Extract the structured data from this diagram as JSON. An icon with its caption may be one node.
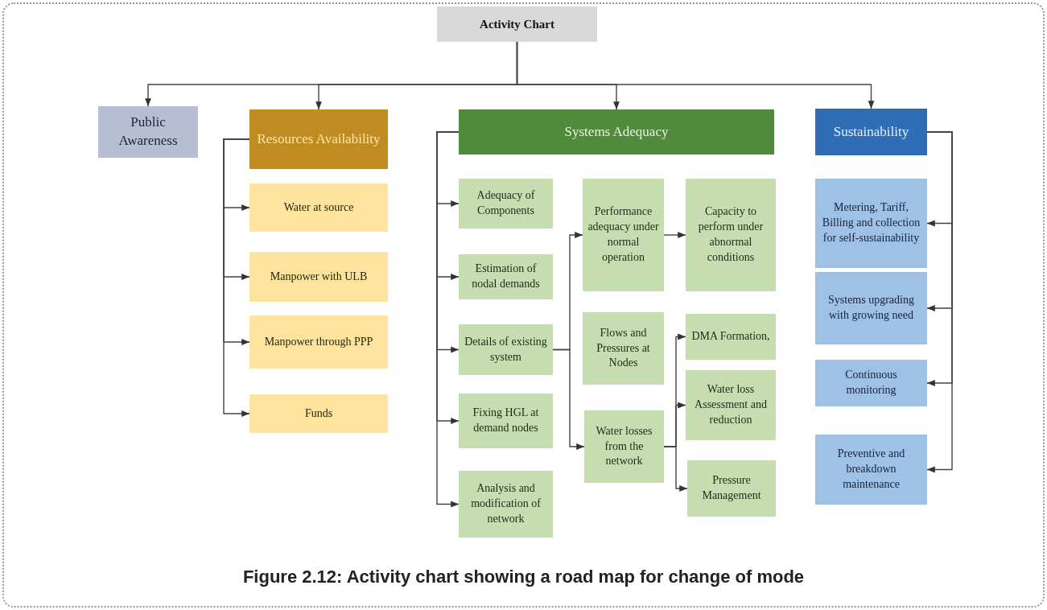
{
  "diagram": {
    "caption": "Figure 2.12: Activity chart showing a road map for change of mode",
    "nodes": [
      {
        "text": [
          "Activity Chart"
        ]
      },
      {
        "text": [
          "Public Awareness"
        ]
      },
      {
        "text": [
          "Resources Availability"
        ]
      },
      {
        "text": [
          "Water at source"
        ]
      },
      {
        "text": [
          "Manpower with ULB"
        ]
      },
      {
        "text": [
          "Manpower through PPP"
        ]
      },
      {
        "text": [
          "Funds"
        ]
      },
      {
        "text": [
          "Systems Adequacy"
        ]
      },
      {
        "text": [
          "Adequacy of Components"
        ]
      },
      {
        "text": [
          "Estimation of nodal demands"
        ]
      },
      {
        "text": [
          "Details of existing system"
        ]
      },
      {
        "text": [
          "Fixing HGL at demand nodes"
        ]
      },
      {
        "text": [
          "Analysis and modification of network"
        ]
      },
      {
        "text": [
          "Performance adequacy under normal operation"
        ]
      },
      {
        "text": [
          "Flows and Pressures at Nodes"
        ]
      },
      {
        "text": [
          "Water losses from the network"
        ]
      },
      {
        "text": [
          "Capacity to perform under abnormal conditions"
        ]
      },
      {
        "text": [
          "DMA Formation,"
        ]
      },
      {
        "text": [
          "Water loss Assessment and reduction"
        ]
      },
      {
        "text": [
          "Pressure Management"
        ]
      },
      {
        "text": [
          "Sustainability"
        ]
      },
      {
        "text": [
          "Metering, Tariff, Billing and collection for self-sustainability"
        ]
      },
      {
        "text": [
          "Systems upgrading with growing need"
        ]
      },
      {
        "text": [
          "Continuous monitoring"
        ]
      },
      {
        "text": [
          "Preventive and breakdown maintenance"
        ]
      }
    ],
    "edges": [
      {
        "from": 0,
        "to": 1,
        "arrow": "to"
      },
      {
        "from": 0,
        "to": 2,
        "arrow": "to"
      },
      {
        "from": 0,
        "to": 7,
        "arrow": "to"
      },
      {
        "from": 0,
        "to": 20,
        "arrow": "to"
      },
      {
        "from": 2,
        "to": 3,
        "arrow": "to"
      },
      {
        "from": 2,
        "to": 4,
        "arrow": "to"
      },
      {
        "from": 2,
        "to": 5,
        "arrow": "to"
      },
      {
        "from": 2,
        "to": 6,
        "arrow": "to"
      },
      {
        "from": 7,
        "to": 8,
        "arrow": "to"
      },
      {
        "from": 7,
        "to": 9,
        "arrow": "to"
      },
      {
        "from": 7,
        "to": 10,
        "arrow": "to"
      },
      {
        "from": 7,
        "to": 11,
        "arrow": "to"
      },
      {
        "from": 7,
        "to": 12,
        "arrow": "to"
      },
      {
        "from": 10,
        "to": 13,
        "arrow": "to"
      },
      {
        "from": 10,
        "to": 15,
        "arrow": "to"
      },
      {
        "from": 13,
        "to": 16,
        "arrow": "to"
      },
      {
        "from": 15,
        "to": 17,
        "arrow": "to"
      },
      {
        "from": 15,
        "to": 18,
        "arrow": "to"
      },
      {
        "from": 15,
        "to": 19,
        "arrow": "to"
      },
      {
        "from": 20,
        "to": 21,
        "arrow": "to"
      },
      {
        "from": 20,
        "to": 22,
        "arrow": "to"
      },
      {
        "from": 20,
        "to": 23,
        "arrow": "to"
      },
      {
        "from": 20,
        "to": 24,
        "arrow": "to"
      }
    ]
  }
}
